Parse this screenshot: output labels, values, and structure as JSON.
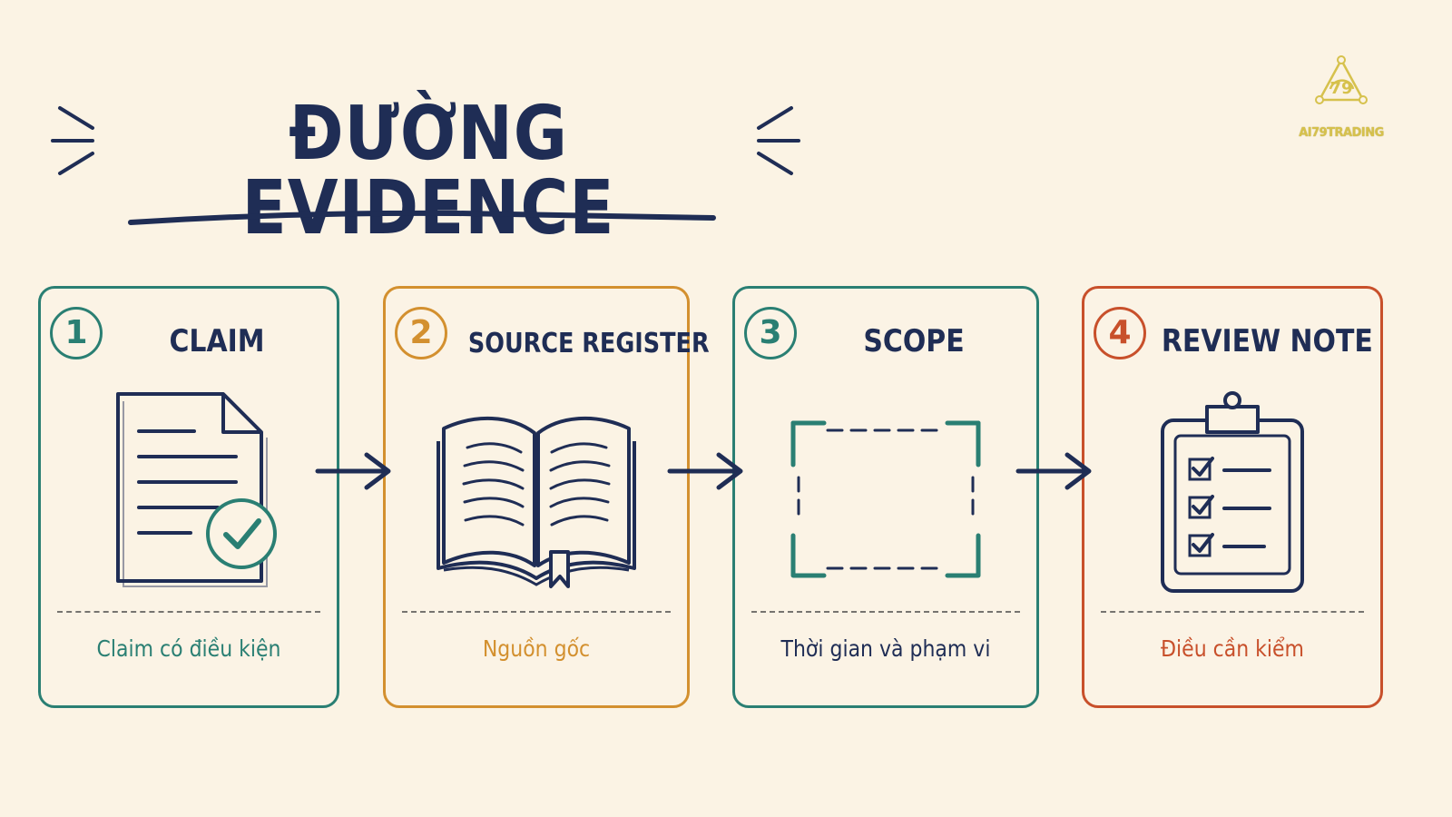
{
  "title": "ĐƯỜNG EVIDENCE",
  "brand": {
    "name": "AI79TRADING",
    "mark": "79",
    "color": "#d6c14c"
  },
  "steps": [
    {
      "number": "1",
      "title": "CLAIM",
      "caption": "Claim có điều kiện",
      "icon": "document-check-icon",
      "color": "#2a7f73"
    },
    {
      "number": "2",
      "title": "SOURCE REGISTER",
      "caption": "Nguồn gốc",
      "icon": "open-book-icon",
      "color": "#d3902f"
    },
    {
      "number": "3",
      "title": "SCOPE",
      "caption": "Thời gian và phạm vi",
      "icon": "dashed-frame-icon",
      "color": "#2a7f73"
    },
    {
      "number": "4",
      "title": "REVIEW NOTE",
      "caption": "Điều cần kiểm",
      "icon": "clipboard-checklist-icon",
      "color": "#c8502b"
    }
  ],
  "colors": {
    "background": "#fbf3e4",
    "ink": "#1f2d55",
    "teal": "#2a7f73",
    "orange": "#d3902f",
    "red": "#c8502b"
  },
  "connectors": [
    "arrow-right-icon",
    "arrow-right-icon",
    "arrow-right-icon"
  ]
}
